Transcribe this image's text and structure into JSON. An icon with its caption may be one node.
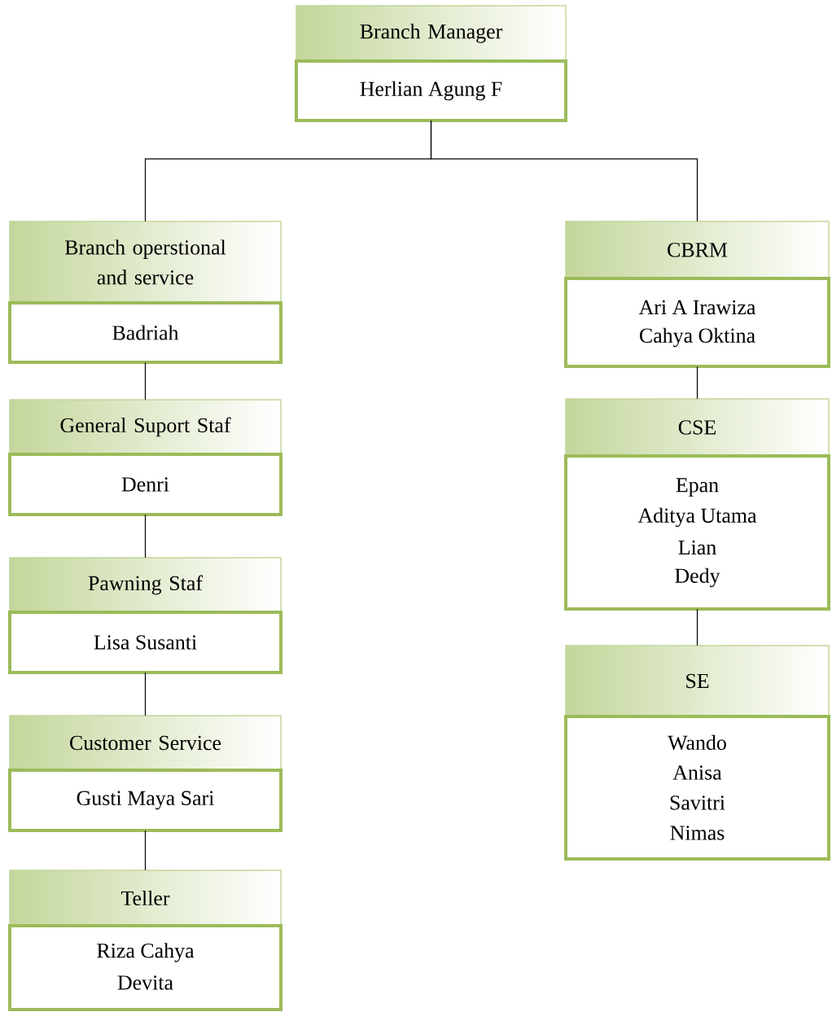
{
  "diagram": {
    "nodes": [
      {
        "text": [
          "Branch Manager",
          "Herlian Agung F"
        ]
      },
      {
        "text": [
          "Branch operstional and service",
          "Badriah"
        ]
      },
      {
        "text": [
          "General Suport Staf",
          "Denri"
        ]
      },
      {
        "text": [
          "Pawning Staf",
          "Lisa Susanti"
        ]
      },
      {
        "text": [
          "Customer Service",
          "Gusti Maya Sari"
        ]
      },
      {
        "text": [
          "Teller",
          "Riza Cahya",
          "Devita"
        ]
      },
      {
        "text": [
          "CBRM",
          "Ari A Irawiza",
          "Cahya Oktina"
        ]
      },
      {
        "text": [
          "CSE",
          "Epan",
          "Aditya Utama",
          "Lian",
          "Dedy"
        ]
      },
      {
        "text": [
          "SE",
          "Wando",
          "Anisa",
          "Savitri",
          "Nimas"
        ]
      }
    ],
    "edges": [
      {
        "from": 0,
        "to": 1,
        "arrow": "none"
      },
      {
        "from": 0,
        "to": 6,
        "arrow": "none"
      },
      {
        "from": 1,
        "to": 2,
        "arrow": "none"
      },
      {
        "from": 2,
        "to": 3,
        "arrow": "none"
      },
      {
        "from": 3,
        "to": 4,
        "arrow": "none"
      },
      {
        "from": 4,
        "to": 5,
        "arrow": "none"
      },
      {
        "from": 6,
        "to": 7,
        "arrow": "none"
      },
      {
        "from": 7,
        "to": 8,
        "arrow": "none"
      }
    ]
  }
}
